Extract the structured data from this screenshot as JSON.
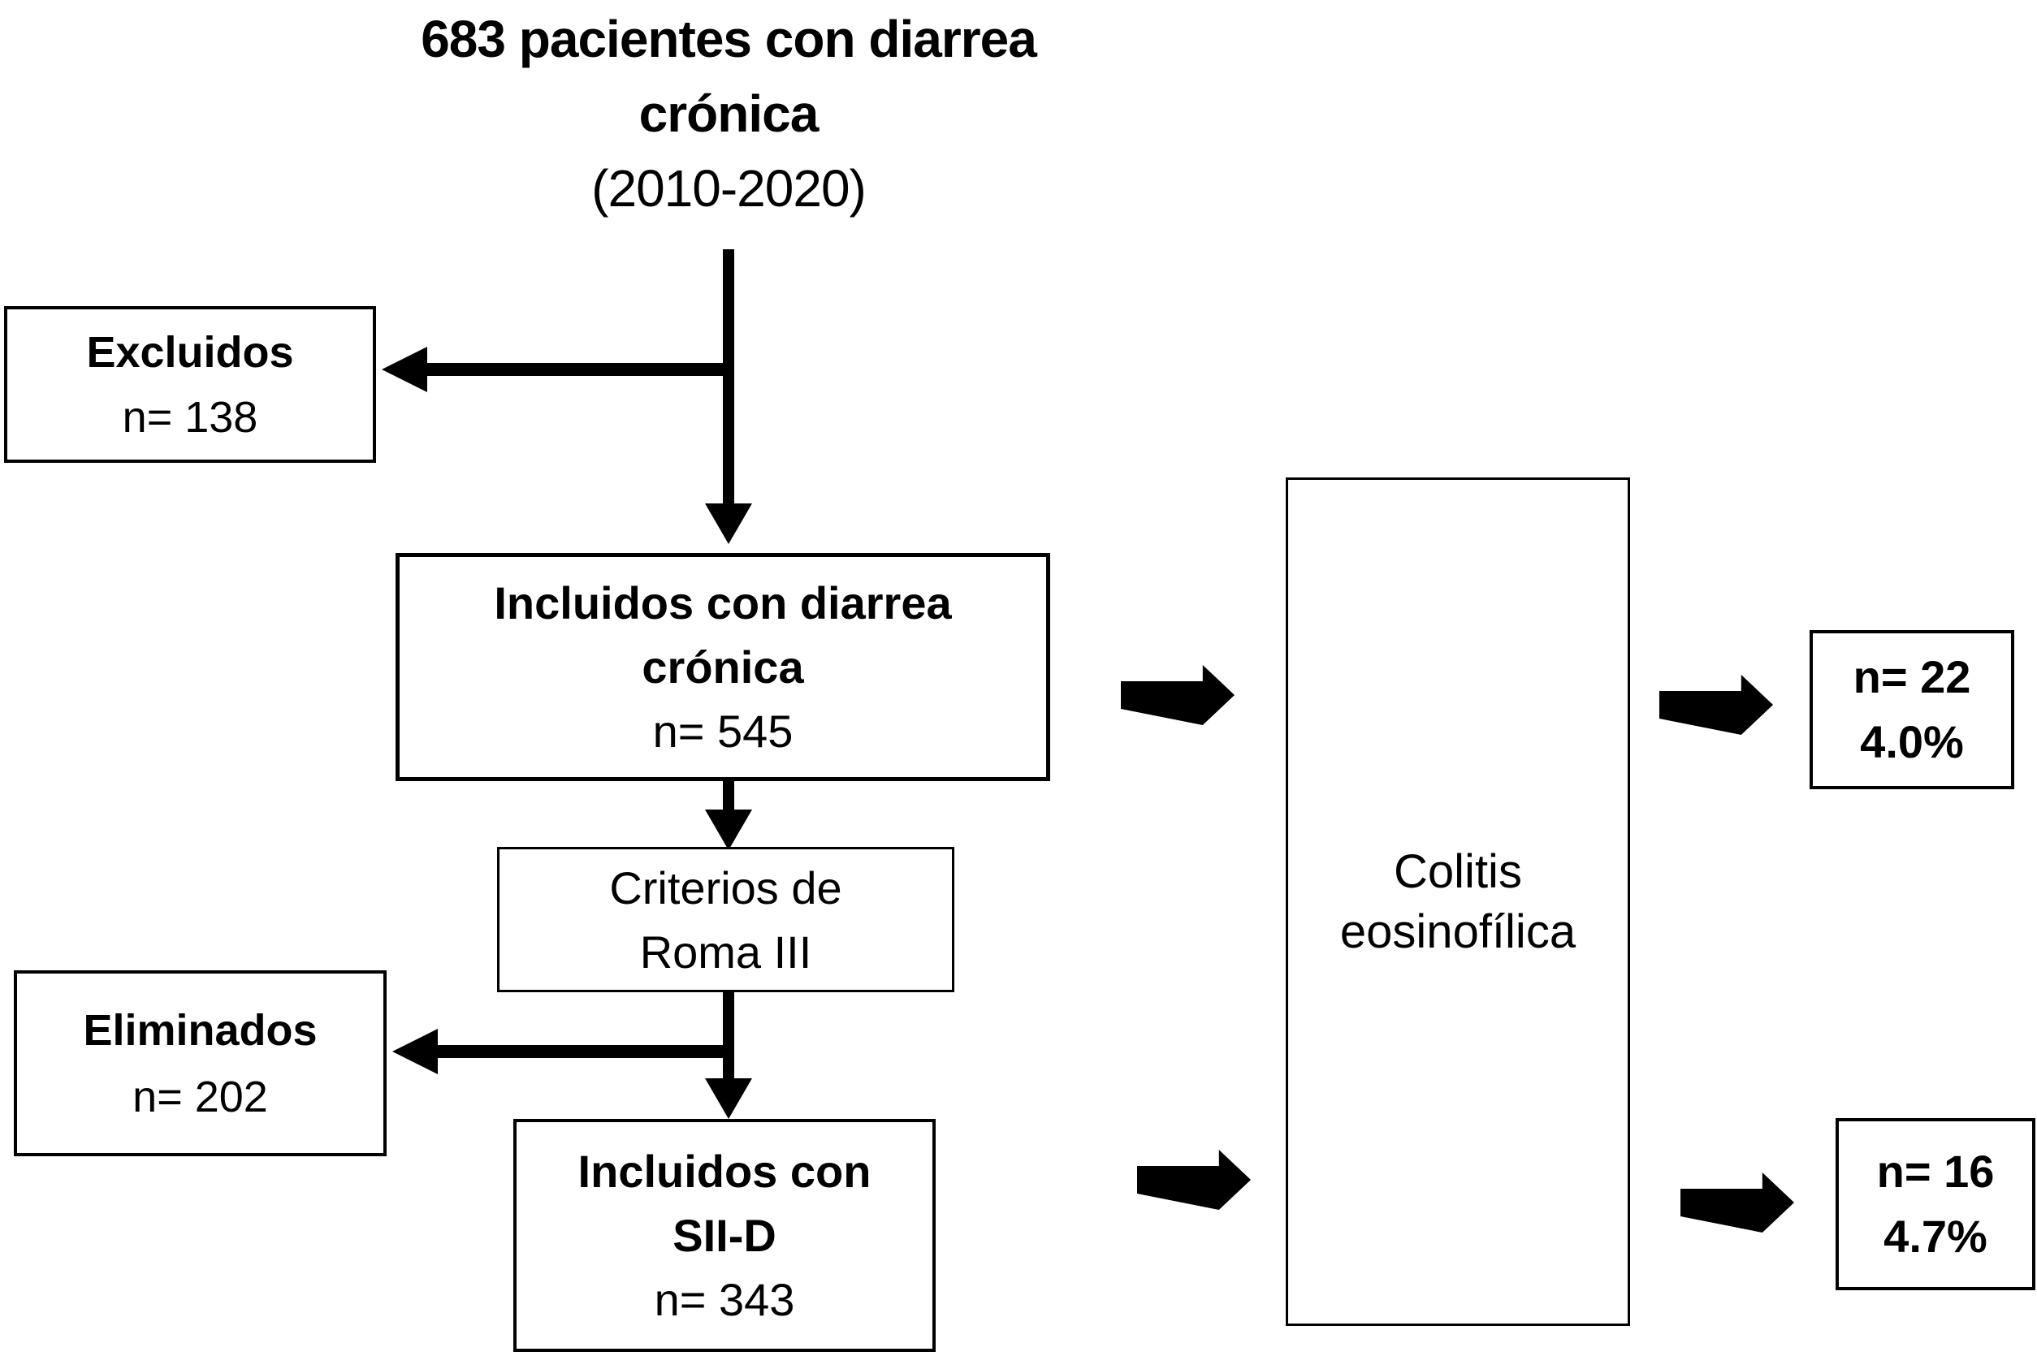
{
  "colors": {
    "foreground": "#000000",
    "background": "#ffffff"
  },
  "title": {
    "line1": "683 pacientes con diarrea",
    "line2": "crónica",
    "line3": "(2010-2020)"
  },
  "boxes": {
    "excluidos": {
      "label": "Excluidos",
      "n": "n= 138"
    },
    "incluidos_diarrea": {
      "line1": "Incluidos con diarrea",
      "line2": "crónica",
      "n": "n= 545"
    },
    "criterios": {
      "line1": "Criterios de",
      "line2": "Roma III"
    },
    "eliminados": {
      "label": "Eliminados",
      "n": "n= 202"
    },
    "incluidos_siid": {
      "line1": "Incluidos con",
      "line2": "SII-D",
      "n": "n= 343"
    },
    "colitis": {
      "line1": "Colitis",
      "line2": "eosinofílica"
    },
    "resultado_superior": {
      "n": "n= 22",
      "pct": "4.0%"
    },
    "resultado_inferior": {
      "n": "n= 16",
      "pct": "4.7%"
    }
  }
}
